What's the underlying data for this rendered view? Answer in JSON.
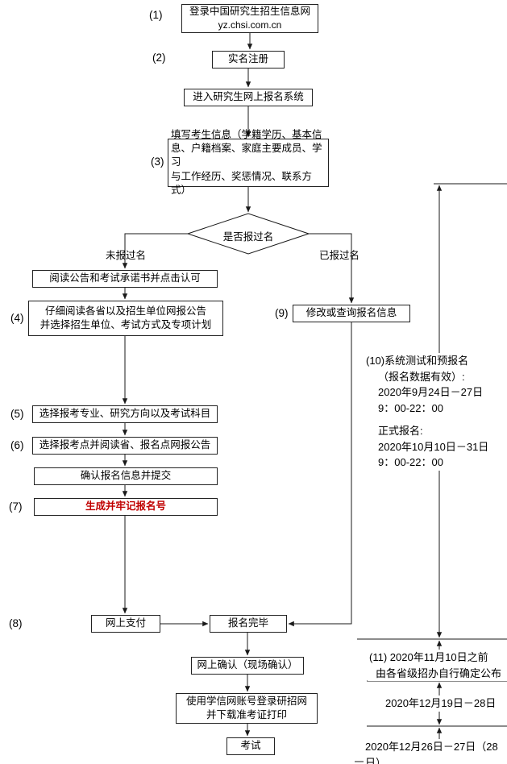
{
  "colors": {
    "line": "#1a1a1a",
    "box_border": "#222222",
    "text": "#000000",
    "highlight": "#c00000",
    "background": "#ffffff"
  },
  "nodes": {
    "login": {
      "num": "(1)",
      "title": "登录中国研究生招生信息网",
      "subtitle": "yz.chsi.com.cn"
    },
    "register": {
      "num": "(2)",
      "label": "实名注册"
    },
    "enter_system": {
      "label": "进入研究生网上报名系统"
    },
    "fill_info": {
      "num": "(3)",
      "label": "填写考生信息（学籍学历、基本信\n息、户籍档案、家庭主要成员、学习\n与工作经历、奖惩情况、联系方式）"
    },
    "decision": {
      "label": "是否报过名",
      "branch_left": "未报过名",
      "branch_right": "已报过名"
    },
    "read_notice": {
      "label": "阅读公告和考试承诺书并点击认可"
    },
    "read_bulletin": {
      "num": "(4)",
      "label": "仔细阅读各省以及招生单位网报公告\n并选择招生单位、考试方式及专项计划"
    },
    "modify_query": {
      "num": "(9)",
      "label": "修改或查询报名信息"
    },
    "choose_major": {
      "num": "(5)",
      "label": "选择报考专业、研究方向以及考试科目"
    },
    "choose_site": {
      "num": "(6)",
      "label": "选择报考点并阅读省、报名点网报公告"
    },
    "confirm_submit": {
      "label": "确认报名信息并提交"
    },
    "generate_id": {
      "num": "(7)",
      "label": "生成并牢记报名号"
    },
    "pay_online": {
      "num": "(8)",
      "label": "网上支付"
    },
    "finish": {
      "label": "报名完毕"
    },
    "confirm_site": {
      "label": "网上确认（现场确认）"
    },
    "download_ticket": {
      "label": "使用学信网账号登录研招网\n并下载准考证打印"
    },
    "exam": {
      "label": "考试"
    }
  },
  "annotations": {
    "schedule": {
      "num": "(10)",
      "title": "系统测试和预报名",
      "pre_lines": "（报名数据有效）:\n2020年9月24日－27日\n9：00-22：00",
      "formal_title": "正式报名:",
      "formal_lines": "2020年10月10日－31日\n9：00-22：00"
    },
    "confirm_time": {
      "num": "(11)",
      "line1": "2020年11月10日之前",
      "line2": "由各省级招办自行确定公布"
    },
    "print_time": "2020年12月19日－28日",
    "exam_time": "2020年12月26日－27日（28日）"
  }
}
